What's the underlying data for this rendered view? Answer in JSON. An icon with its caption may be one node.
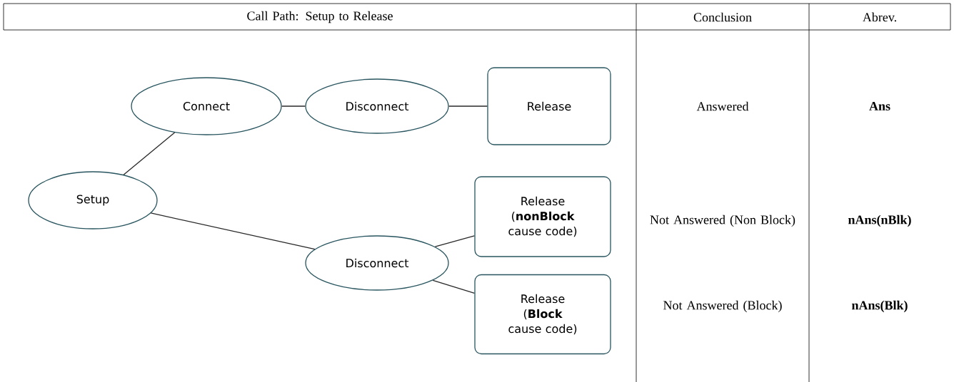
{
  "diagram": {
    "nodes": [
      {
        "text": [
          "Setup"
        ]
      },
      {
        "text": [
          "Connect"
        ]
      },
      {
        "text": [
          "Disconnect"
        ]
      },
      {
        "text": [
          "Release"
        ]
      },
      {
        "text": [
          "Disconnect"
        ]
      },
      {
        "text": [
          "Release (**nonBlock** cause code)"
        ]
      },
      {
        "text": [
          "Release (**Block** cause code)"
        ]
      }
    ],
    "edges": [
      {
        "from": 0,
        "to": 1,
        "arrow": "none"
      },
      {
        "from": 1,
        "to": 2,
        "arrow": "none"
      },
      {
        "from": 2,
        "to": 3,
        "arrow": "none"
      },
      {
        "from": 0,
        "to": 4,
        "arrow": "none"
      },
      {
        "from": 4,
        "to": 5,
        "arrow": "none"
      },
      {
        "from": 4,
        "to": 6,
        "arrow": "none"
      }
    ],
    "labels": [
      "Call Path: Setup to Release",
      "Conclusion",
      "Abrev.",
      "Answered",
      "Ans",
      "Not Answered (Non Block)",
      "nAns(nBlk)",
      "Not Answered (Block)",
      "nAns(Blk)"
    ]
  }
}
